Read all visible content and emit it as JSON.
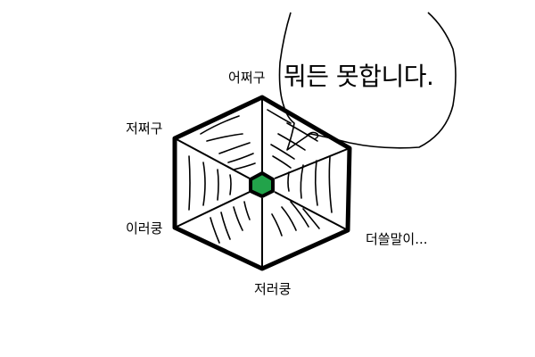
{
  "labels": {
    "top": "어쩌구",
    "upper_left": "저쩌구",
    "lower_left": "이러쿵",
    "bottom": "저러쿵",
    "lower_right": "더쓸말이..."
  },
  "speech_bubble": {
    "text": "뭐든 못합니다."
  },
  "colors": {
    "outline": "#000000",
    "center_fill": "#22a34a",
    "background": "#ffffff"
  }
}
